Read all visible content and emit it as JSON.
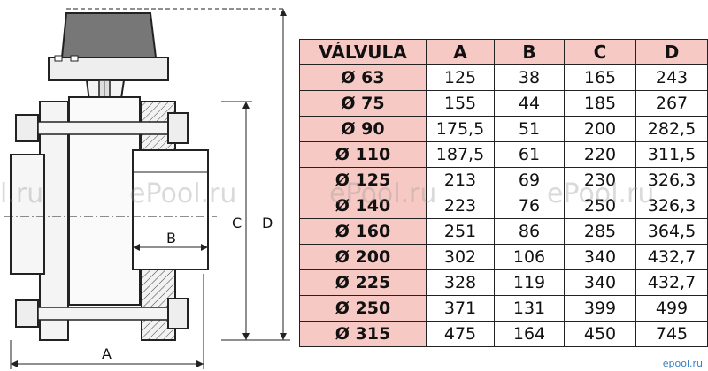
{
  "diagram": {
    "dim_labels": {
      "a": "A",
      "b": "B",
      "c": "C",
      "d": "D"
    }
  },
  "table": {
    "headers": [
      "VÁLVULA",
      "A",
      "B",
      "C",
      "D"
    ],
    "rows": [
      [
        "Ø 63",
        "125",
        "38",
        "165",
        "243"
      ],
      [
        "Ø 75",
        "155",
        "44",
        "185",
        "267"
      ],
      [
        "Ø 90",
        "175,5",
        "51",
        "200",
        "282,5"
      ],
      [
        "Ø 110",
        "187,5",
        "61",
        "220",
        "311,5"
      ],
      [
        "Ø 125",
        "213",
        "69",
        "230",
        "326,3"
      ],
      [
        "Ø 140",
        "223",
        "76",
        "250",
        "326,3"
      ],
      [
        "Ø 160",
        "251",
        "86",
        "285",
        "364,5"
      ],
      [
        "Ø 200",
        "302",
        "106",
        "340",
        "432,7"
      ],
      [
        "Ø 225",
        "328",
        "119",
        "340",
        "432,7"
      ],
      [
        "Ø 250",
        "371",
        "131",
        "399",
        "499"
      ],
      [
        "Ø 315",
        "475",
        "164",
        "450",
        "745"
      ]
    ]
  },
  "watermarks": [
    "l.ru",
    "ePool.ru",
    "ePool.ru",
    "ePool.ru"
  ],
  "corner_mark": "epool.ru",
  "colors": {
    "header_fill": "#f7c9c5",
    "line": "#222222",
    "hatch_fill": "#e8e8e8"
  }
}
